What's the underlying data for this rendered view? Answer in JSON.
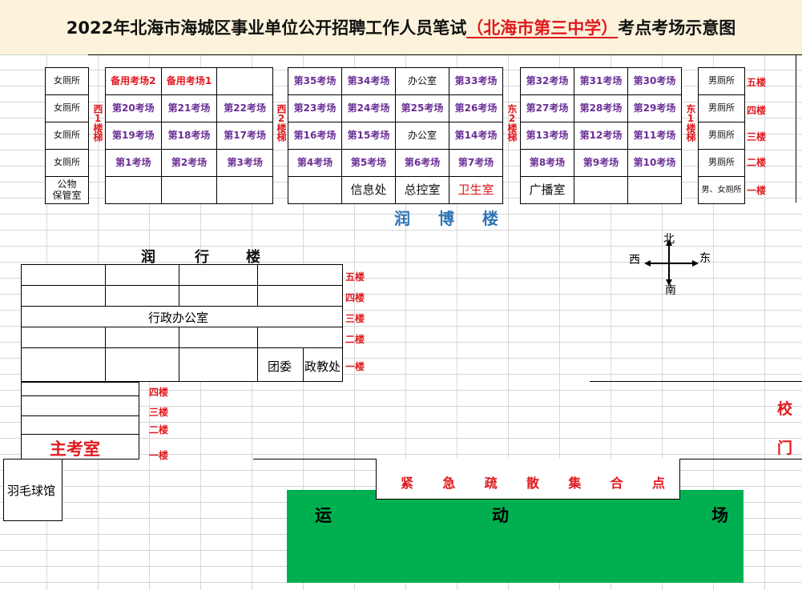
{
  "title": {
    "prefix": "2022年北海市海城区事业单位公开招聘工作人员笔试",
    "venue": "（北海市第三中学）",
    "suffix": "考点考场示意图"
  },
  "runbo": {
    "name": "润 博 楼",
    "stairs": [
      "西1楼梯",
      "西2楼梯",
      "东2楼梯",
      "东1楼梯"
    ],
    "floors": [
      "五楼",
      "四楼",
      "三楼",
      "二楼",
      "一楼"
    ],
    "left_wc": [
      "女厕所",
      "女厕所",
      "女厕所",
      "女厕所"
    ],
    "left_storage": "公物\n保管室",
    "right_wc": [
      "男厕所",
      "男厕所",
      "男厕所",
      "男厕所",
      "男、女厕所"
    ],
    "b1": [
      [
        "备用考场2",
        "备用考场1",
        ""
      ],
      [
        "第20考场",
        "第21考场",
        "第22考场"
      ],
      [
        "第19考场",
        "第18考场",
        "第17考场"
      ],
      [
        "第1考场",
        "第2考场",
        "第3考场"
      ],
      [
        "",
        "",
        ""
      ]
    ],
    "b2": [
      [
        "第35考场",
        "第34考场",
        "办公室",
        "第33考场"
      ],
      [
        "第23考场",
        "第24考场",
        "第25考场",
        "第26考场"
      ],
      [
        "第16考场",
        "第15考场",
        "办公室",
        "第14考场"
      ],
      [
        "第4考场",
        "第5考场",
        "第6考场",
        "第7考场"
      ],
      [
        "",
        "信息处",
        "总控室",
        "卫生室"
      ]
    ],
    "b3": [
      [
        "第32考场",
        "第31考场",
        "第30考场"
      ],
      [
        "第27考场",
        "第28考场",
        "第29考场"
      ],
      [
        "第13考场",
        "第12考场",
        "第11考场"
      ],
      [
        "第8考场",
        "第9考场",
        "第10考场"
      ],
      [
        "广播室",
        "",
        ""
      ]
    ]
  },
  "compass": {
    "north": "北",
    "south": "南",
    "west": "西",
    "east": "东"
  },
  "runxing": {
    "name": [
      "润",
      "行",
      "楼"
    ],
    "floors": [
      "五楼",
      "四楼",
      "三楼",
      "二楼",
      "一楼"
    ],
    "admin_office": "行政办公室",
    "youth_league": "团委",
    "political_office": "政教处"
  },
  "lower_building": {
    "floors": [
      "四楼",
      "三楼",
      "二楼",
      "一楼"
    ],
    "main_exam_room": "主考室"
  },
  "badminton": "羽毛球馆",
  "school_gate": [
    "校",
    "门"
  ],
  "assembly_point": [
    "紧",
    "急",
    "疏",
    "散",
    "集",
    "合",
    "点"
  ],
  "sports_field": [
    "运",
    "动",
    "场"
  ]
}
